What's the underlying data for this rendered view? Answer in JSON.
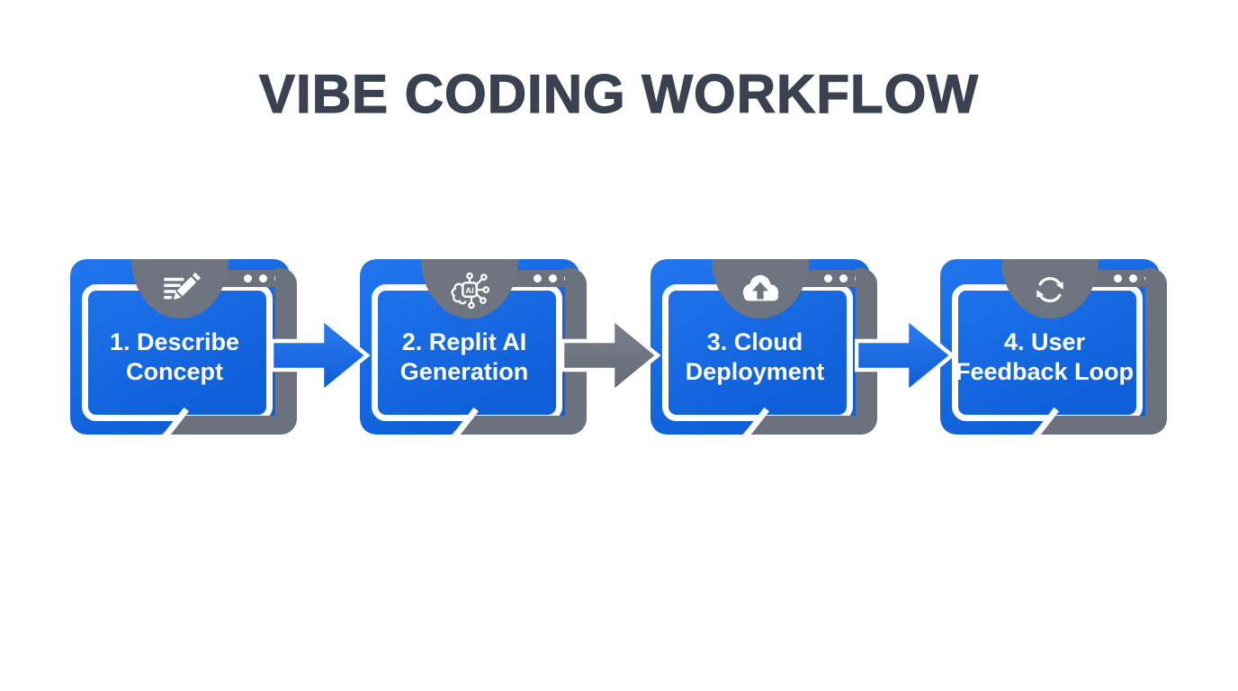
{
  "title": "VIBE CODING WORKFLOW",
  "colors": {
    "card_blue": "#1569e1",
    "frame_gray": "#6c727d",
    "badge_gray": "#6f7580",
    "title_text": "#3a4150",
    "card_text": "#ffffff",
    "background": "#ffffff"
  },
  "steps": [
    {
      "line1": "1. Describe",
      "line2": "Concept",
      "icon": "pencil-edit-icon"
    },
    {
      "line1": "2. Replit AI",
      "line2": "Generation",
      "icon": "ai-chip-icon"
    },
    {
      "line1": "3. Cloud",
      "line2": "Deployment",
      "icon": "cloud-upload-icon"
    },
    {
      "line1": "4. User",
      "line2": "Feedback Loop",
      "icon": "refresh-loop-icon"
    }
  ],
  "connectors": [
    {
      "from": 1,
      "to": 2,
      "color": "blue"
    },
    {
      "from": 2,
      "to": 3,
      "color": "gray"
    },
    {
      "from": 3,
      "to": 4,
      "color": "blue"
    }
  ]
}
